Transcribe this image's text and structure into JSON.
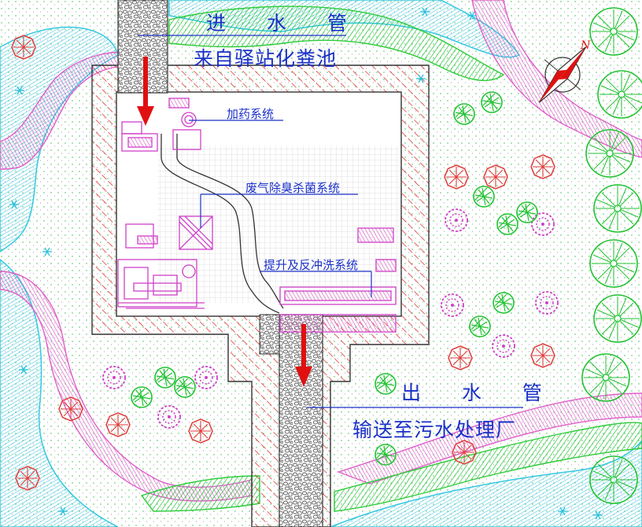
{
  "labels": {
    "inlet_title": "进  水  管",
    "inlet_source": "来自驿站化粪池",
    "dosing_system": "加药系统",
    "deodor_system": "废气除臭杀菌系统",
    "lift_backwash": "提升及反冲洗系统",
    "outlet_title": "出  水  管",
    "outlet_dest": "输送至污水处理厂",
    "north_mark": "N"
  },
  "colors": {
    "water_ripple": "#35c8e0",
    "grass_band": "#2fcc3a",
    "path_pink": "#e060c8",
    "wall_hatch": "#e03a3a",
    "pipe_gravel": "#555555",
    "arrow": "#e01010",
    "label_blue": "#1a30c8"
  },
  "icons": [
    "flow-arrow-icon",
    "north-arrow-icon",
    "tree-icon",
    "shrub-icon",
    "flower-icon"
  ]
}
